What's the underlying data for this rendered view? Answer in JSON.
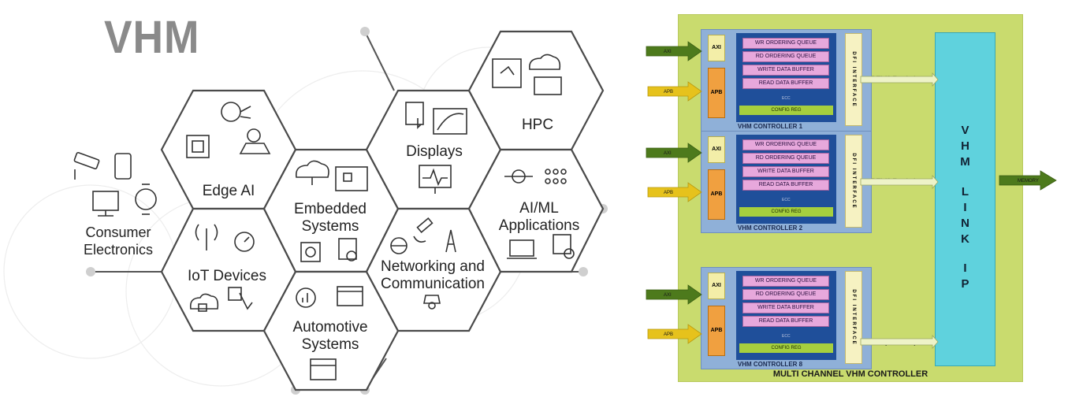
{
  "logo": "VHM",
  "hexes": {
    "consumer": "Consumer\nElectronics",
    "edge_ai": "Edge AI",
    "iot": "IoT Devices",
    "embedded": "Embedded\nSystems",
    "automotive": "Automotive\nSystems",
    "displays": "Displays",
    "networking": "Networking and\nCommunication",
    "hpc": "HPC",
    "aiml": "AI/ML\nApplications"
  },
  "controller": {
    "title": "MULTI CHANNEL VHM CONTROLLER",
    "link_chars": [
      "V",
      "H",
      "M",
      "L",
      "I",
      "N",
      "K",
      "I",
      "P"
    ],
    "memory_label": "MEMORY",
    "units": [
      {
        "title": "VHM CONTROLLER 1"
      },
      {
        "title": "VHM CONTROLLER 2"
      },
      {
        "title": "VHM CONTROLLER 8"
      }
    ],
    "axi": "AXI",
    "apb": "APB",
    "queues": [
      "WR ORDERING QUEUE",
      "RD ORDERING QUEUE",
      "WRITE  DATA BUFFER",
      "READ DATA BUFFER"
    ],
    "ecc": "ECC",
    "config": "CONFIG REG",
    "dfi_vertical": "DFI INTERFACE",
    "dfi_out": "DFI (8 Banks)",
    "axi_in": "AXI",
    "apb_in": "APB"
  },
  "colors": {
    "outer": "#c9db6e",
    "unit": "#8fb0d8",
    "core": "#1f4f9a",
    "queue": "#e7a8dc",
    "link": "#5fd2dd",
    "arrow_green": "#4d7a1c",
    "arrow_yellow": "#e6c21c"
  }
}
